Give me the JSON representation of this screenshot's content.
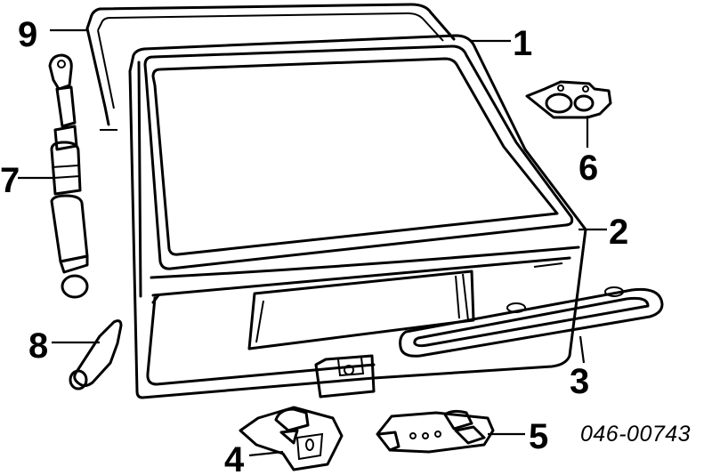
{
  "diagram": {
    "callouts": [
      {
        "id": "1",
        "label": "1"
      },
      {
        "id": "2",
        "label": "2"
      },
      {
        "id": "3",
        "label": "3"
      },
      {
        "id": "4",
        "label": "4"
      },
      {
        "id": "5",
        "label": "5"
      },
      {
        "id": "6",
        "label": "6"
      },
      {
        "id": "7",
        "label": "7"
      },
      {
        "id": "8",
        "label": "8"
      },
      {
        "id": "9",
        "label": "9"
      }
    ],
    "part_code": "046-00743"
  }
}
